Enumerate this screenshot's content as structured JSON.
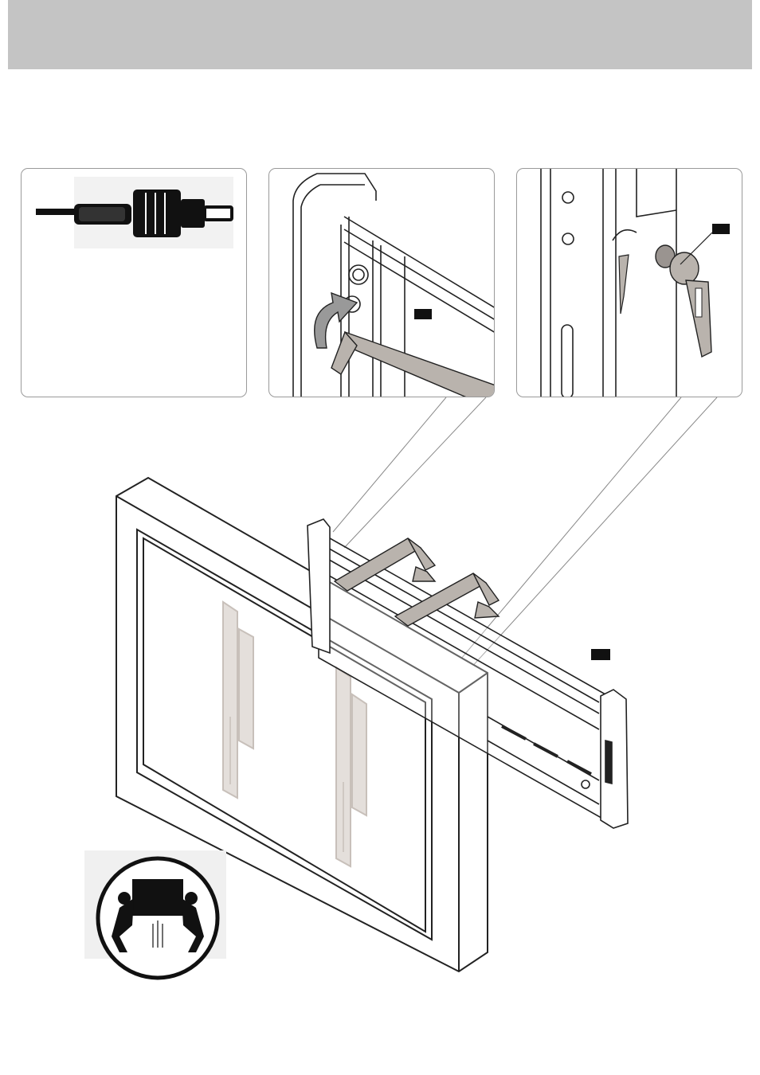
{
  "header": {
    "color": "#c4c4c4"
  },
  "detail_panels": [
    {
      "name": "cable-connector-detail",
      "icon": "rca-plug-icon"
    },
    {
      "name": "rail-hook-detail",
      "icon": "rotate-arrow-icon"
    },
    {
      "name": "bracket-lever-detail",
      "icon": "locking-lever-icon"
    }
  ],
  "callout_tags": [
    {
      "name": "tag-a",
      "text": ""
    },
    {
      "name": "tag-b",
      "text": ""
    },
    {
      "name": "tag-c",
      "text": ""
    }
  ],
  "warning_icon": "two-person-lift-icon",
  "colors": {
    "line": "#222222",
    "accent_gray": "#b9b3ad",
    "faded": "#c8c0ba"
  }
}
